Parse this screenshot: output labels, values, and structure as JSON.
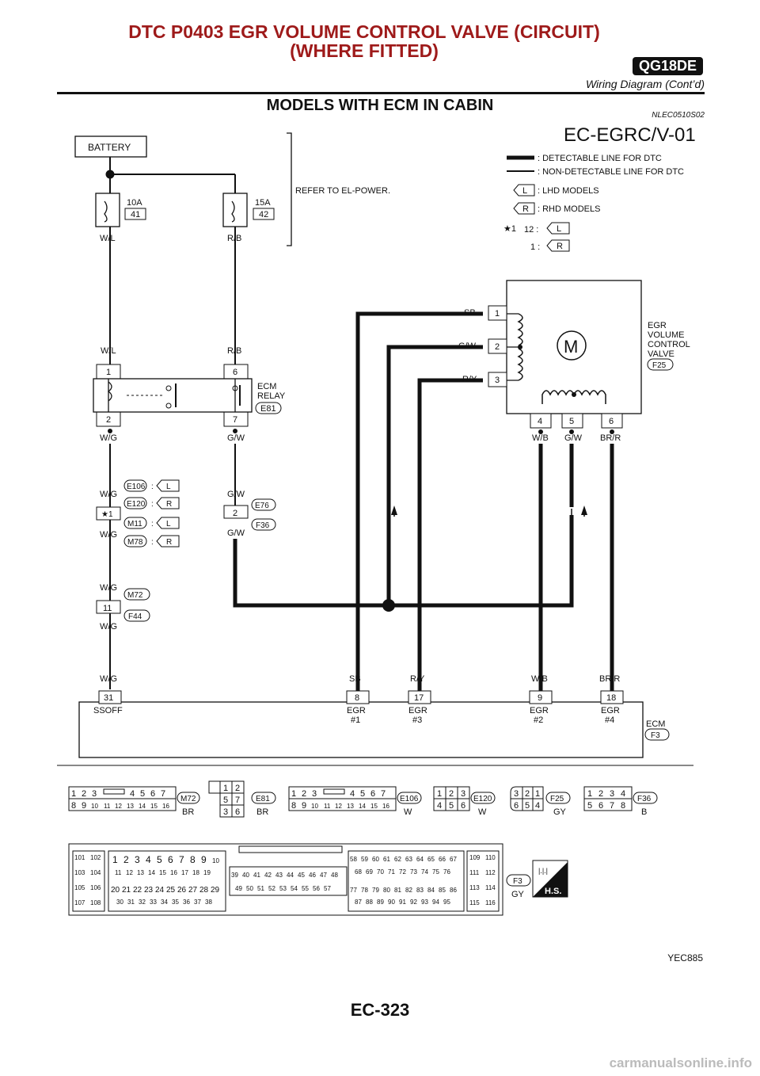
{
  "header": {
    "title_line1": "DTC P0403 EGR VOLUME CONTROL VALVE (CIRCUIT)",
    "title_line2": "(WHERE FITTED)",
    "engine_badge": "QG18DE",
    "subtitle": "Wiring Diagram (Cont’d)"
  },
  "section": {
    "title": "MODELS WITH ECM IN CABIN",
    "code": "NLEC0510S02"
  },
  "diagram": {
    "id": "EC-EGRC/V-01",
    "battery": "BATTERY",
    "refer_note": "REFER TO EL-POWER.",
    "fuse1": {
      "rating": "10A",
      "number": "41",
      "wire": "W/L"
    },
    "fuse2": {
      "rating": "15A",
      "number": "42",
      "wire": "R/B"
    },
    "legend": {
      "detectable": ": DETECTABLE LINE FOR DTC",
      "nondetectable": ": NON-DETECTABLE LINE FOR DTC",
      "lhd_key": "L",
      "lhd": ": LHD MODELS",
      "rhd_key": "R",
      "rhd": ": RHD MODELS",
      "star": "★1",
      "star_l_num": "12 :",
      "star_r_num": "1 :"
    },
    "relay": {
      "name1": "ECM",
      "name2": "RELAY",
      "connector": "E81",
      "pin1": "1",
      "pin2": "2",
      "pin6": "6",
      "pin7": "7",
      "wire_left_top": "W/L",
      "wire_right_top": "R/B",
      "wire_left_bottom": "W/G",
      "wire_right_bottom": "G/W"
    },
    "joints": {
      "wg": "W/G",
      "star": "★1",
      "e106": "E106",
      "e120": "E120",
      "m11": "M11",
      "m78": "M78",
      "l": "L",
      "r": "R",
      "colon": ":",
      "gw": "G/W",
      "pin2": "2",
      "e76": "E76",
      "f36": "F36",
      "pin11": "11",
      "m72": "M72",
      "f44": "F44"
    },
    "valve": {
      "name1": "EGR",
      "name2": "VOLUME",
      "name3": "CONTROL",
      "name4": "VALVE",
      "connector": "F25",
      "motor": "M",
      "pins": [
        "1",
        "2",
        "3",
        "4",
        "5",
        "6"
      ],
      "wires": [
        "SB",
        "G/W",
        "R/Y",
        "W/B",
        "G/W",
        "BR/R"
      ]
    },
    "ecm": {
      "name": "ECM",
      "connector": "F3",
      "terminals": [
        {
          "pin": "31",
          "wire": "W/G",
          "label1": "SSOFF",
          "label2": ""
        },
        {
          "pin": "8",
          "wire": "SB",
          "label1": "EGR",
          "label2": "#1"
        },
        {
          "pin": "17",
          "wire": "R/Y",
          "label1": "EGR",
          "label2": "#3"
        },
        {
          "pin": "9",
          "wire": "W/B",
          "label1": "EGR",
          "label2": "#2"
        },
        {
          "pin": "18",
          "wire": "BR/R",
          "label1": "EGR",
          "label2": "#4"
        }
      ]
    },
    "connectors": [
      {
        "id": "M72",
        "color": "BR"
      },
      {
        "id": "E81",
        "color": "BR"
      },
      {
        "id": "E106",
        "color": "W"
      },
      {
        "id": "E120",
        "color": "W"
      },
      {
        "id": "F25",
        "color": "GY"
      },
      {
        "id": "F36",
        "color": "B"
      },
      {
        "id": "F3",
        "color": "GY"
      }
    ],
    "pins_16": [
      "1",
      "2",
      "3",
      "4",
      "5",
      "6",
      "7",
      "8",
      "9",
      "10",
      "11",
      "12",
      "13",
      "14",
      "15",
      "16"
    ],
    "pins_relay": [
      "1",
      "2",
      "5",
      "7",
      "3",
      "6"
    ],
    "pins_6": [
      "1",
      "2",
      "3",
      "4",
      "5",
      "6"
    ],
    "pins_f25": [
      "3",
      "2",
      "1",
      "6",
      "5",
      "4"
    ],
    "pins_8": [
      "1",
      "2",
      "3",
      "4",
      "5",
      "6",
      "7",
      "8"
    ],
    "ecm_blocks": {
      "a": [
        "101",
        "102",
        "103",
        "104",
        "105",
        "106",
        "107",
        "108"
      ],
      "b_top": [
        "1",
        "2",
        "3",
        "4",
        "5",
        "6",
        "7",
        "8",
        "9",
        "10"
      ],
      "b_mid": [
        "11",
        "12",
        "13",
        "14",
        "15",
        "16",
        "17",
        "18",
        "19"
      ],
      "b_row3": [
        "20",
        "21",
        "22",
        "23",
        "24",
        "25",
        "26",
        "27",
        "28",
        "29"
      ],
      "b_bot": [
        "30",
        "31",
        "32",
        "33",
        "34",
        "35",
        "36",
        "37",
        "38"
      ],
      "c_top": [
        "39",
        "40",
        "41",
        "42",
        "43",
        "44",
        "45",
        "46",
        "47",
        "48"
      ],
      "c_bot": [
        "49",
        "50",
        "51",
        "52",
        "53",
        "54",
        "55",
        "56",
        "57"
      ],
      "d_r1": [
        "58",
        "59",
        "60",
        "61",
        "62",
        "63",
        "64",
        "65",
        "66",
        "67"
      ],
      "d_r2": [
        "68",
        "69",
        "70",
        "71",
        "72",
        "73",
        "74",
        "75",
        "76"
      ],
      "d_r3": [
        "77",
        "78",
        "79",
        "80",
        "81",
        "82",
        "83",
        "84",
        "85",
        "86"
      ],
      "d_r4": [
        "87",
        "88",
        "89",
        "90",
        "91",
        "92",
        "93",
        "94",
        "95"
      ],
      "e": [
        "109",
        "110",
        "111",
        "112",
        "113",
        "114",
        "115",
        "116"
      ]
    },
    "hs_label": "H.S.",
    "image_code": "YEC885"
  },
  "page_number": "EC-323",
  "watermark": "carmanualsonline.info"
}
